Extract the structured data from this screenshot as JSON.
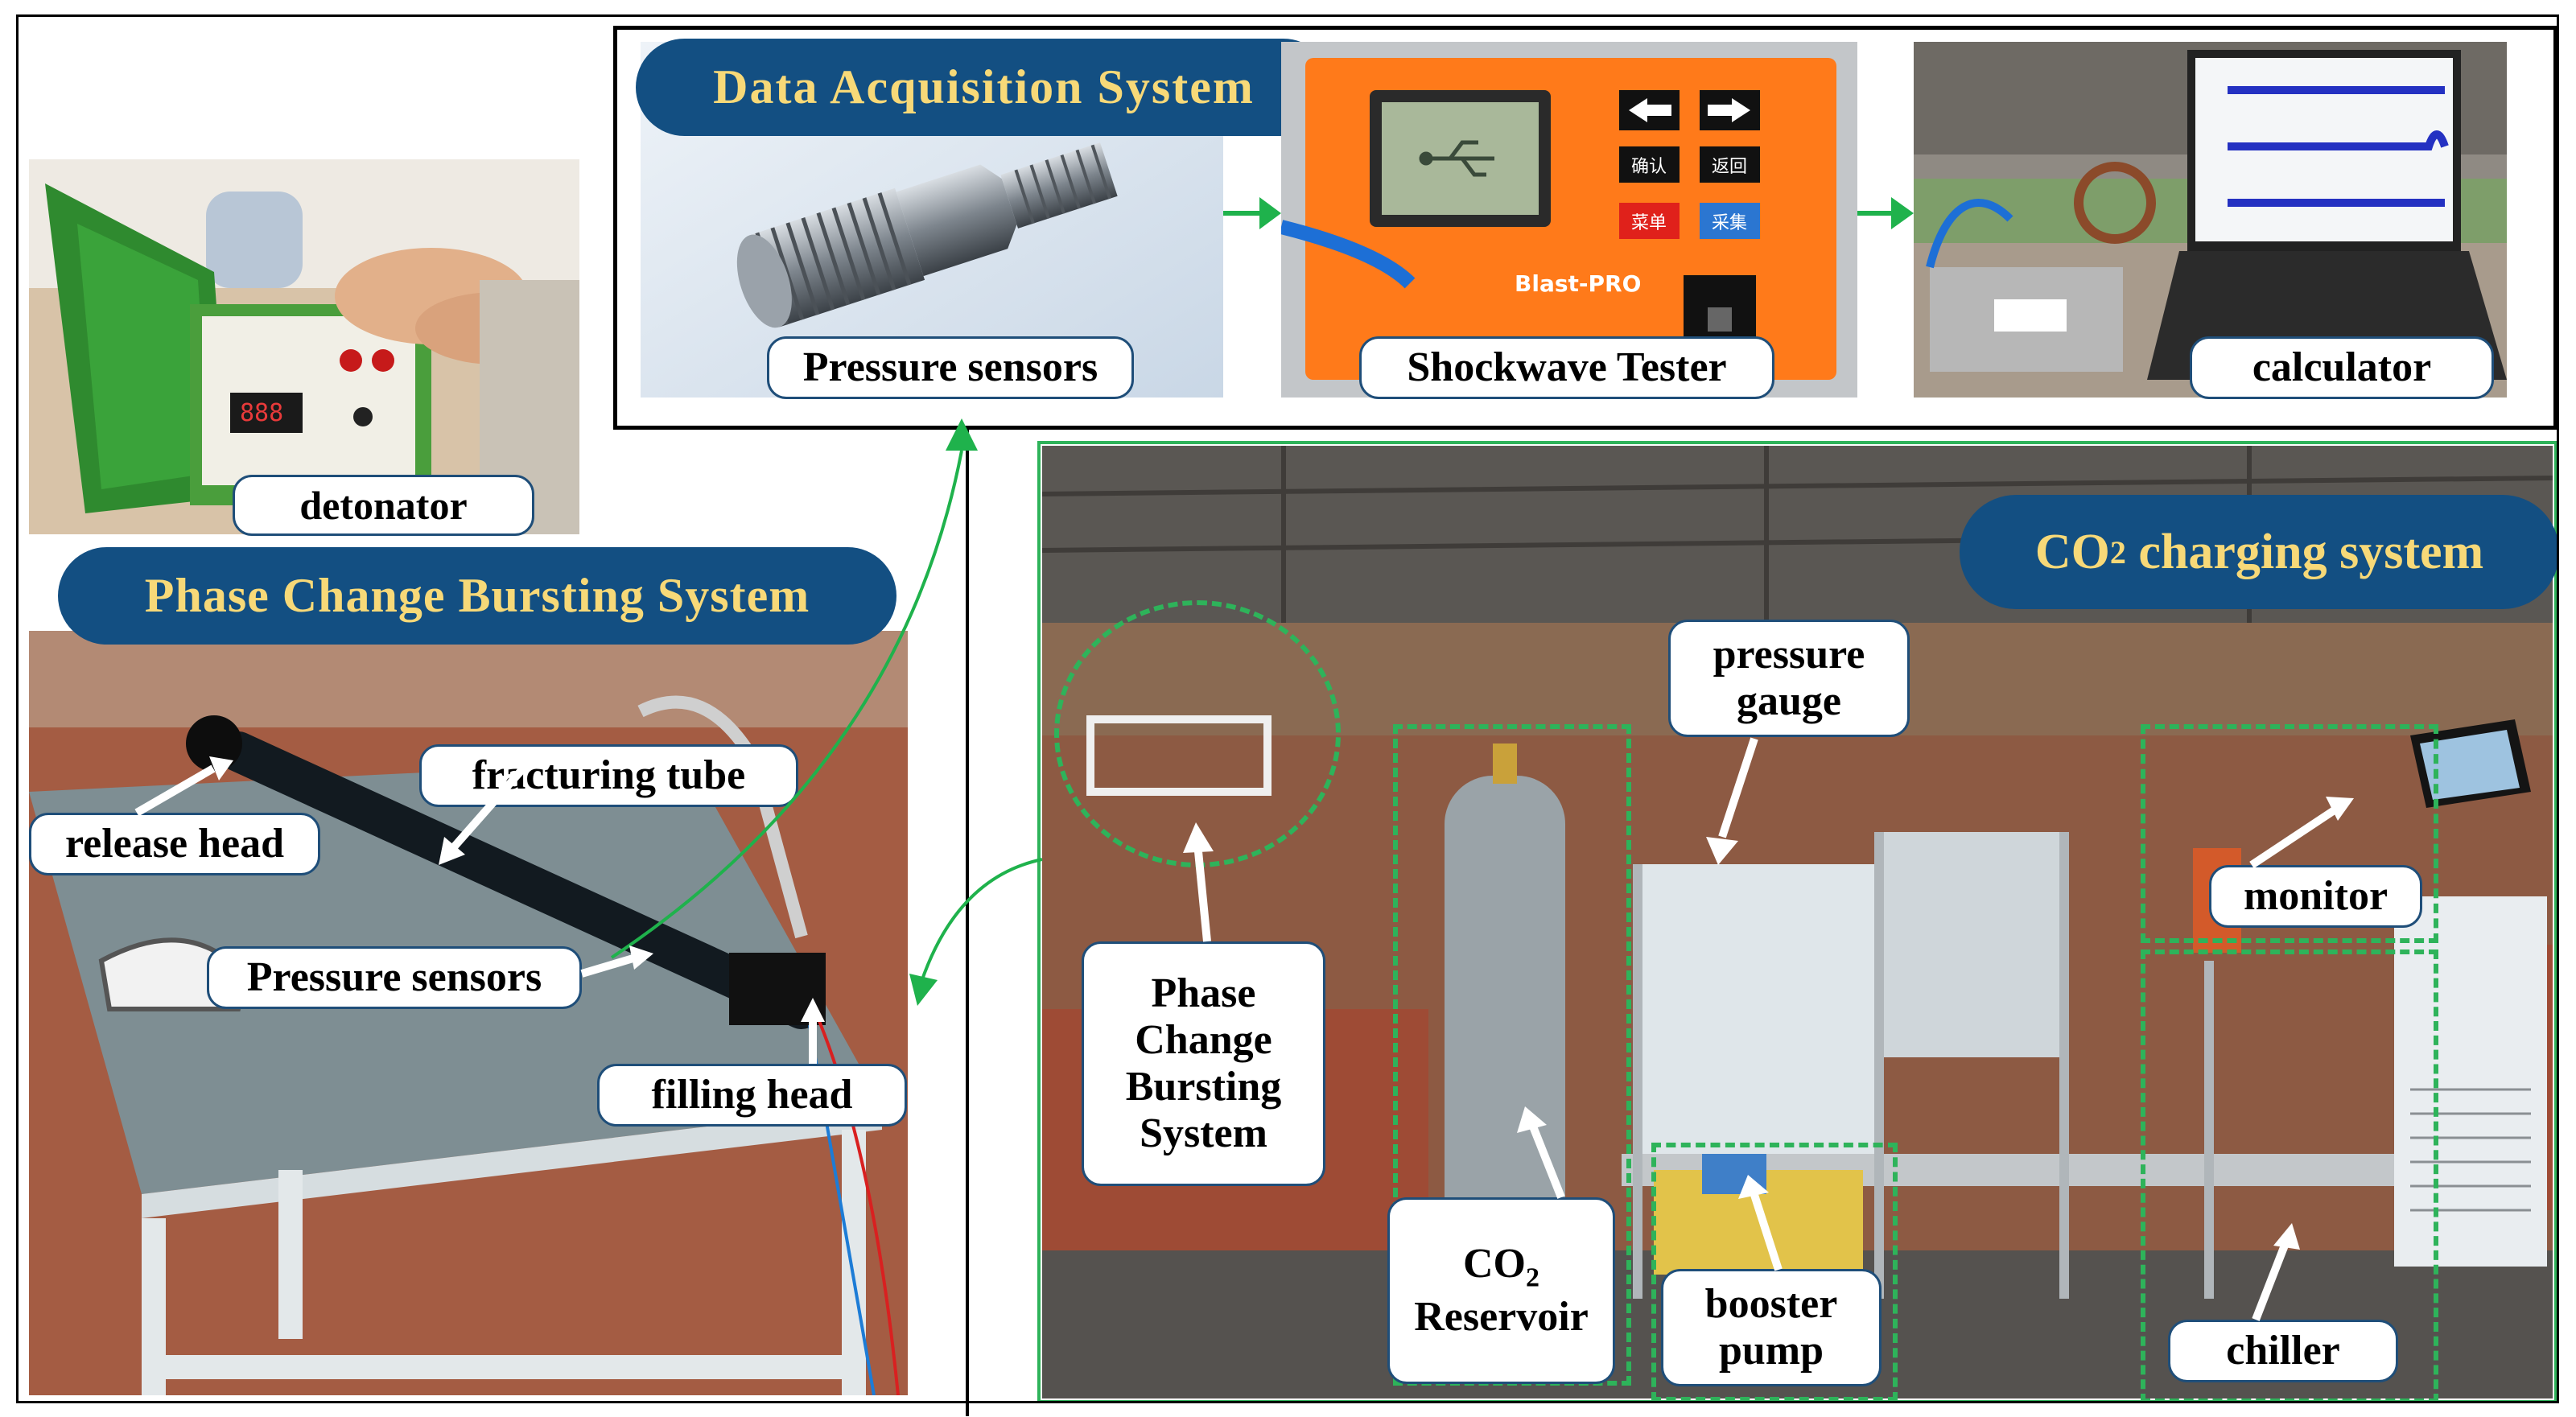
{
  "sections": {
    "data_acquisition": "Data Acquisition System",
    "phase_change": "Phase Change Bursting System",
    "co2_charging": {
      "main": "CO",
      "sub": "2",
      "rest": " charging system"
    }
  },
  "labels": {
    "detonator": "detonator",
    "pressure_sensors_top": "Pressure sensors",
    "shockwave_tester": "Shockwave Tester",
    "calculator": "calculator",
    "fracturing_tube": "fracturing tube",
    "release_head": "release head",
    "pressure_sensors_bottom": "Pressure sensors",
    "filling_head": "filling head",
    "pressure_gauge_1": "pressure",
    "pressure_gauge_2": "gauge",
    "monitor": "monitor",
    "phase_change_1": "Phase",
    "phase_change_2": "Change",
    "phase_change_3": "Bursting",
    "phase_change_4": "System",
    "co2_reservoir_main": "CO",
    "co2_reservoir_sub": "2",
    "co2_reservoir_2": "Reservoir",
    "booster_pump_1": "booster",
    "booster_pump_2": "pump",
    "chiller": "chiller"
  },
  "device_text": {
    "tester_brand": "Blast-PRO",
    "tester_btn_1": "确认",
    "tester_btn_2": "返回",
    "tester_btn_3": "菜单",
    "tester_btn_4": "采集"
  },
  "colors": {
    "pill_bg": "#134f82",
    "pill_text": "#f7d978",
    "label_border": "#1f4e79",
    "arrow_green": "#1fb24c",
    "dash_green": "#2eb35a",
    "frame_black": "#000000"
  },
  "icons": [
    "arrow-right-icon",
    "usb-icon",
    "arrow-left-icon",
    "pointer-arrow-icon"
  ]
}
